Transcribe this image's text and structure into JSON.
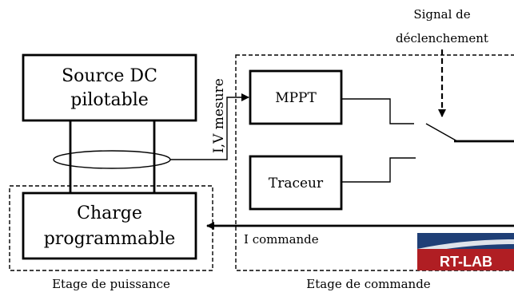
{
  "blocks": {
    "source": {
      "line1": "Source DC",
      "line2": "pilotable"
    },
    "charge": {
      "line1": "Charge",
      "line2": "programmable"
    },
    "mppt": {
      "label": "MPPT"
    },
    "traceur": {
      "label": "Traceur"
    }
  },
  "signals": {
    "trigger_line1": "Signal de",
    "trigger_line2": "déclenchement",
    "measure": "I,V mesure",
    "command": "I commande"
  },
  "stages": {
    "power": "Etage de puissance",
    "control": "Etage de commande"
  },
  "logo": {
    "text": "RT-LAB",
    "colors": {
      "top": "#1f3f76",
      "bottom": "#b01e23"
    }
  }
}
